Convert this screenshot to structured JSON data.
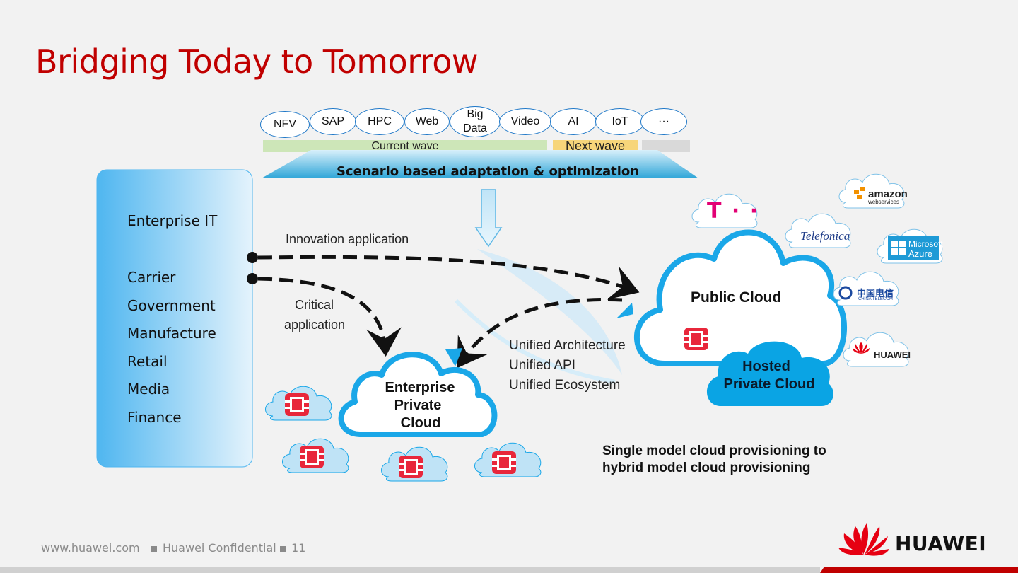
{
  "title": "Bridging Today to Tomorrow",
  "workloads": [
    "NFV",
    "SAP",
    "HPC",
    "Web",
    "Big Data",
    "Video",
    "AI",
    "IoT",
    "···"
  ],
  "waves": {
    "current": "Current wave",
    "next": "Next wave"
  },
  "banner": "Scenario based adaptation & optimization",
  "left_panel": {
    "top": "Enterprise IT",
    "industries": [
      "Carrier",
      "Government",
      "Manufacture",
      "Retail",
      "Media",
      "Finance"
    ]
  },
  "labels": {
    "innovation": "Innovation application",
    "critical_line1": "Critical",
    "critical_line2": "application",
    "unified": [
      "Unified Architecture",
      "Unified API",
      "Unified Ecosystem"
    ],
    "enterprise_cloud": [
      "Enterprise",
      "Private",
      "Cloud"
    ],
    "public_cloud": "Public Cloud",
    "hosted_cloud": [
      "Hosted",
      "Private Cloud"
    ],
    "provisioning": [
      "Single model cloud provisioning to",
      "hybrid model cloud  provisioning"
    ]
  },
  "providers": {
    "t": "T · ·",
    "telefonica": "Telefonica",
    "amazon": "amazon",
    "amazon_sub": "webservices",
    "azure_line1": "Microsoft",
    "azure_line2": "Azure",
    "china_telecom": "中国电信",
    "china_telecom_sub": "CHINA TELECOM",
    "huawei_small": "HUAWEI"
  },
  "footer": {
    "url": "www.huawei.com",
    "confidential": "Huawei Confidential",
    "page": "11",
    "brand": "HUAWEI"
  },
  "colors": {
    "title_red": "#c00000",
    "cloud_blue": "#1aa7e8",
    "huawei_red": "#e60012"
  }
}
